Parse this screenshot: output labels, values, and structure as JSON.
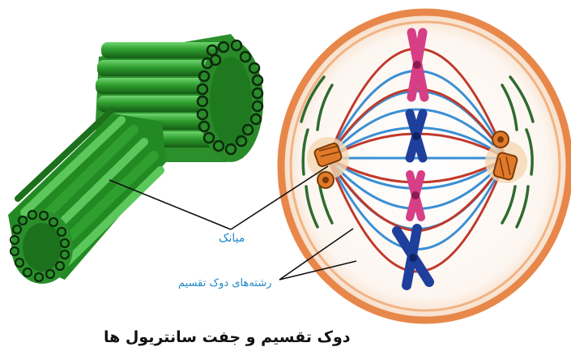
{
  "labels": {
    "centriole": "میانک",
    "spindle_fibers": "رشته‌های دوک تقسیم"
  },
  "caption": "دوک تقسیم و جفت سانتریول ها",
  "colors": {
    "tubule_green": "#2e9e2e",
    "tubule_dark": "#1d6e1d",
    "cell_outline": "#e8874a",
    "spindle_blue": "#3a8fd4",
    "spindle_red": "#c0392b",
    "aster_green": "#2f6b2f",
    "chromosome_pink": "#d63f86",
    "chromosome_blue": "#1f3f9c",
    "centrosome_orange": "#e07a2a",
    "label_blue": "#1f86c8"
  }
}
